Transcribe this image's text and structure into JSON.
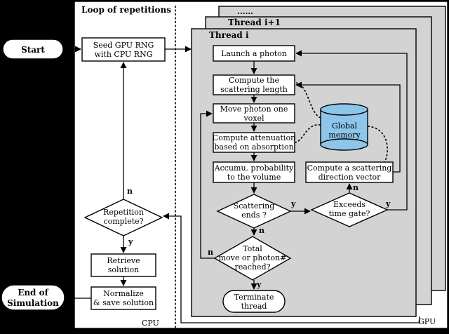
{
  "diagram": {
    "labels": {
      "loop_title": "Loop of repetitions",
      "start": "Start",
      "end_line1": "End of",
      "end_line2": "Simulation",
      "cpu": "CPU",
      "gpu": "GPU",
      "ellipsis": "......",
      "thread_next": "Thread i+1",
      "thread_i": "Thread i",
      "seed_line1": "Seed GPU RNG",
      "seed_line2": "with CPU RNG",
      "launch": "Launch a photon",
      "compute_scat_line1": "Compute the",
      "compute_scat_line2": "scattering length",
      "move_line1": "Move photon one",
      "move_line2": "voxel",
      "atten_line1": "Compute attenuation",
      "atten_line2": "based on absorption",
      "accum_line1": "Accumu. probability",
      "accum_line2": "to the volume",
      "direction_line1": "Compute a scattering",
      "direction_line2": "direction vector",
      "memory_line1": "Global",
      "memory_line2": "memory",
      "scat_ends_line1": "Scattering",
      "scat_ends_line2": "ends ?",
      "timegate_line1": "Exceeds",
      "timegate_line2": "time gate?",
      "total_line1": "Total",
      "total_line2": "move or photon#",
      "total_line3": "reached?",
      "terminate_line1": "Terminate",
      "terminate_line2": "thread",
      "repetition_line1": "Repetition",
      "repetition_line2": "complete?",
      "retrieve_line1": "Retrieve",
      "retrieve_line2": "solution",
      "normalize_line1": "Normalize",
      "normalize_line2": "& save solution",
      "y": "y",
      "n": "n"
    },
    "colors": {
      "background": "#000000",
      "panel": "#ffffff",
      "thread_card": "#d3d3d3",
      "memory": "#8ec5ea"
    }
  }
}
